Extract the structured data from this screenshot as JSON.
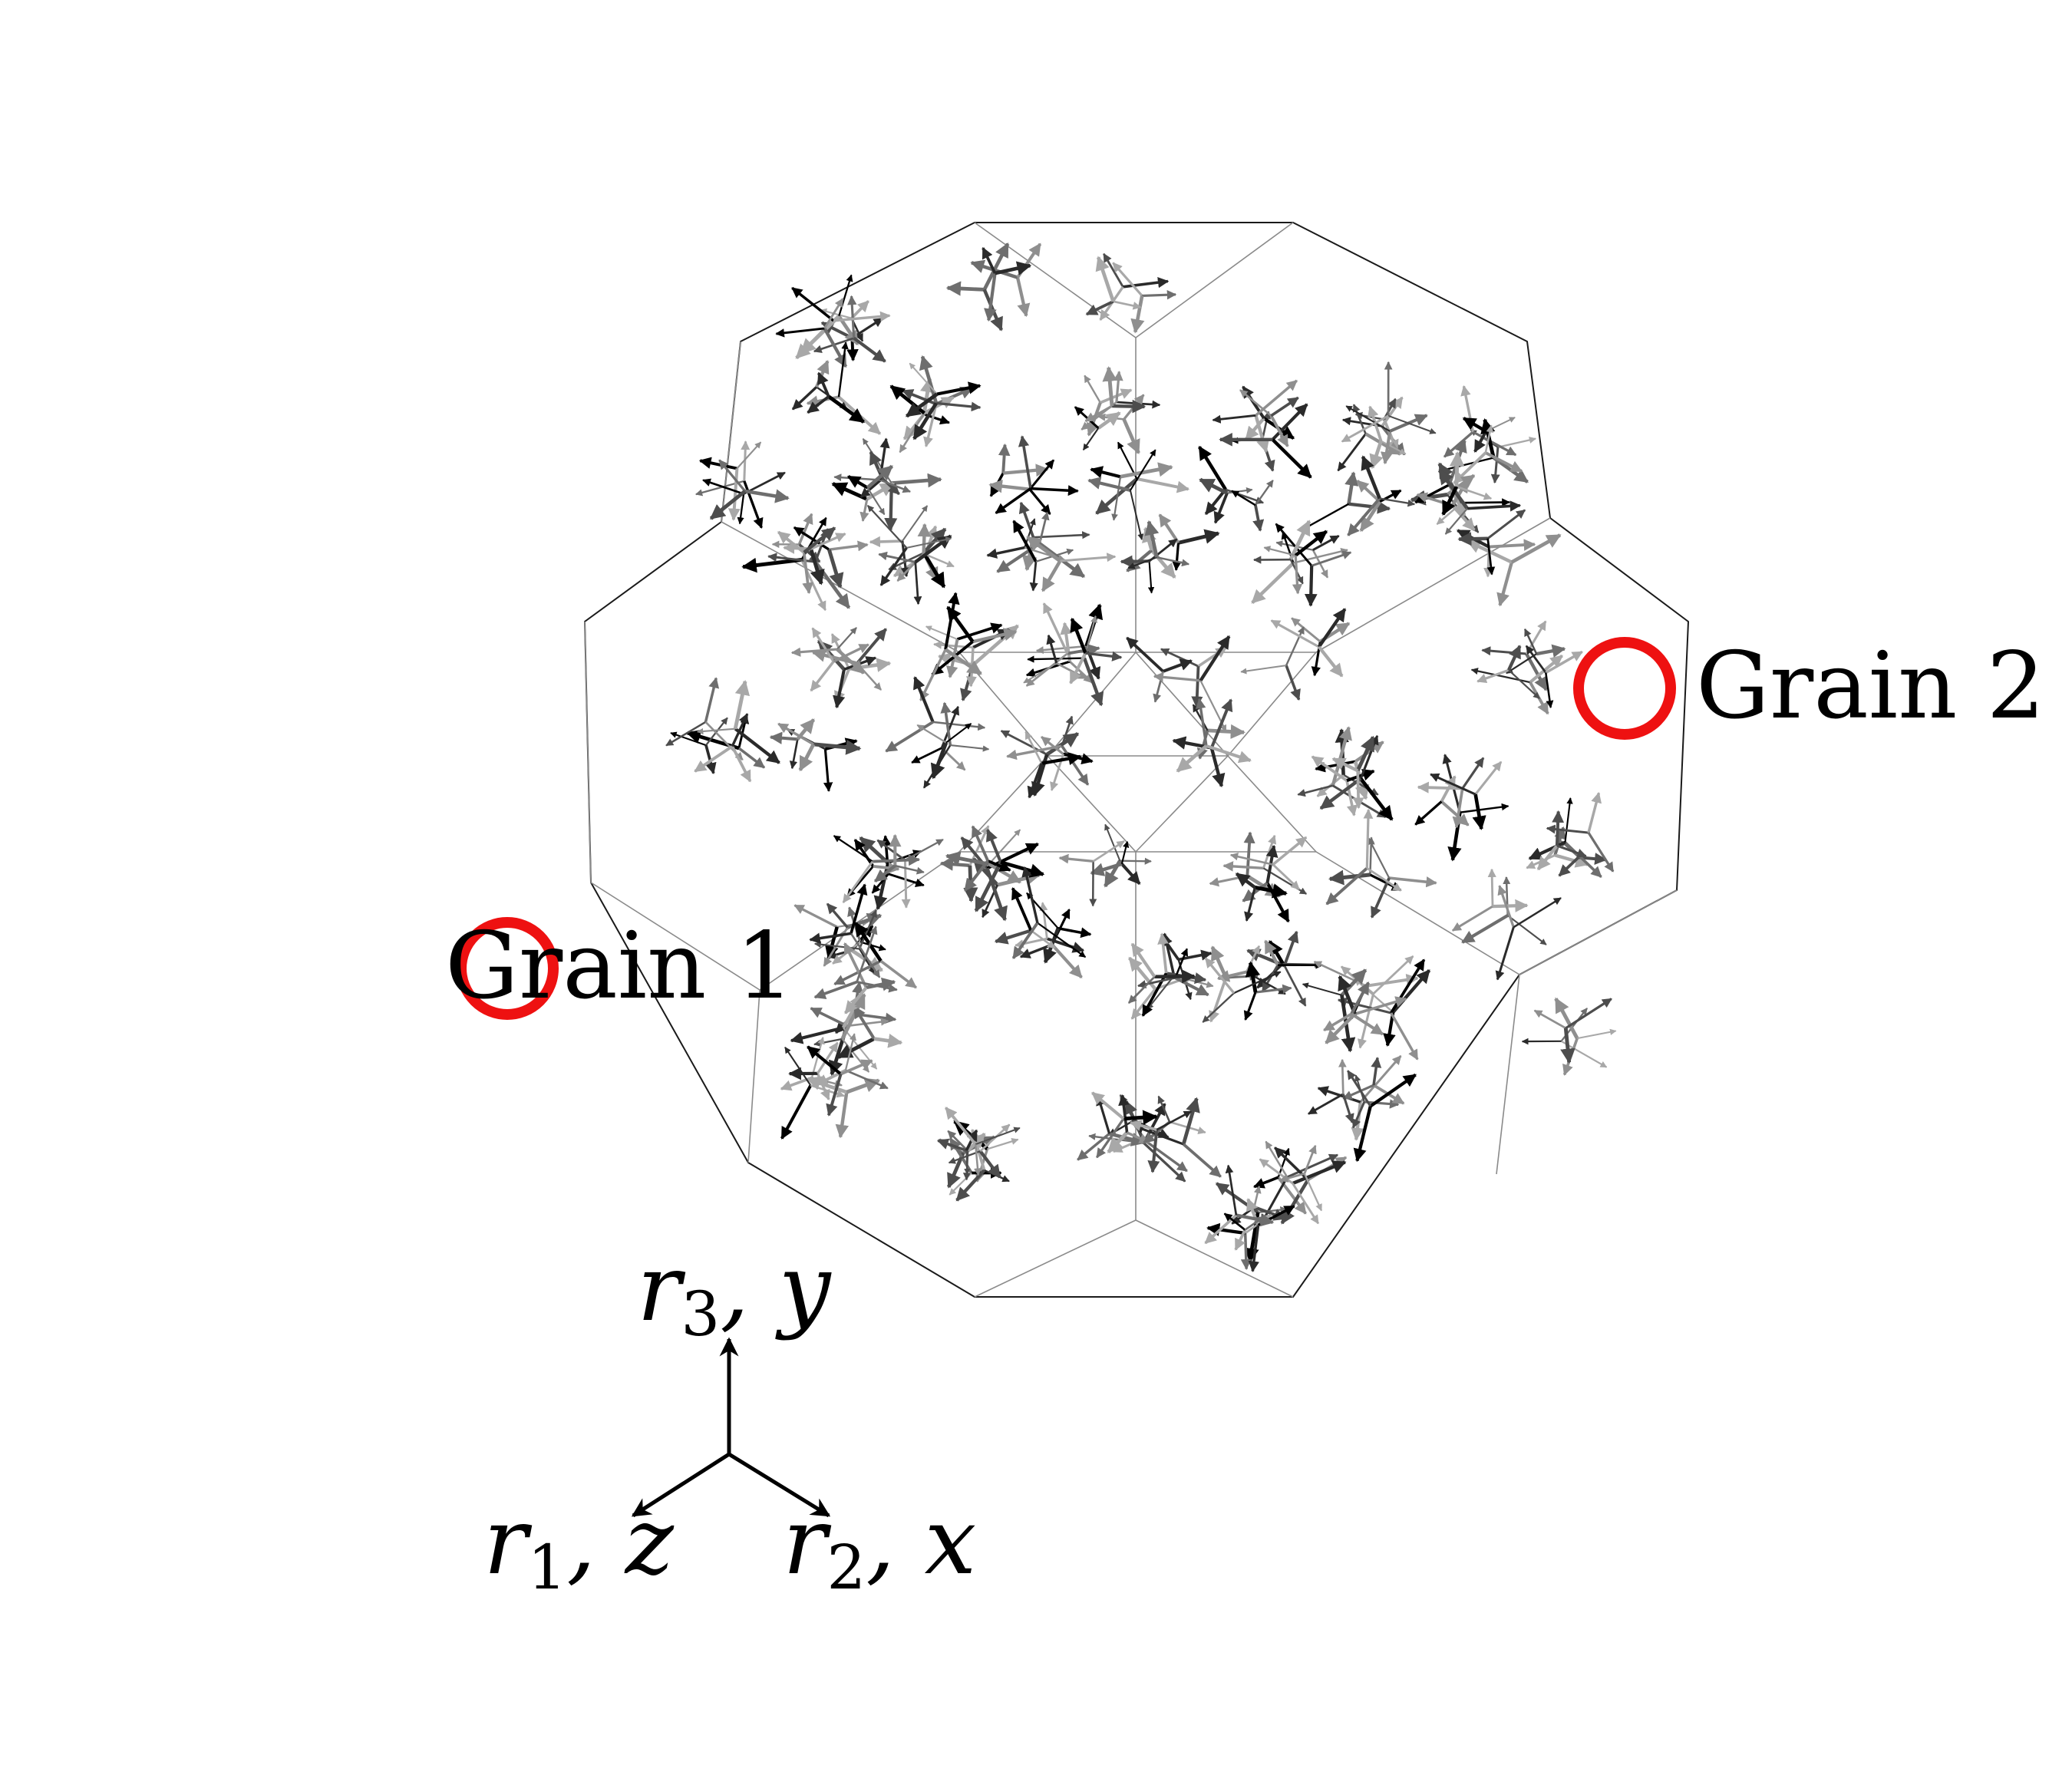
{
  "figure": {
    "colors": {
      "outline": "#1a1a1a",
      "inner_edges": "#8a8a8a",
      "highlight": "#ee1111",
      "arrow_shades": [
        "#000000",
        "#2a2a2a",
        "#4d4d4d",
        "#6e6e6e",
        "#8f8f8f",
        "#a8a8a8"
      ]
    },
    "annotations": [
      {
        "id": "grain1",
        "label": "Grain 1"
      },
      {
        "id": "grain2",
        "label": "Grain 2"
      }
    ],
    "axes": {
      "up": {
        "var": "r",
        "sub": "3",
        "tail": ", y"
      },
      "left": {
        "var": "r",
        "sub": "1",
        "tail": ", z"
      },
      "right": {
        "var": "r",
        "sub": "2",
        "tail": ", x"
      }
    }
  }
}
